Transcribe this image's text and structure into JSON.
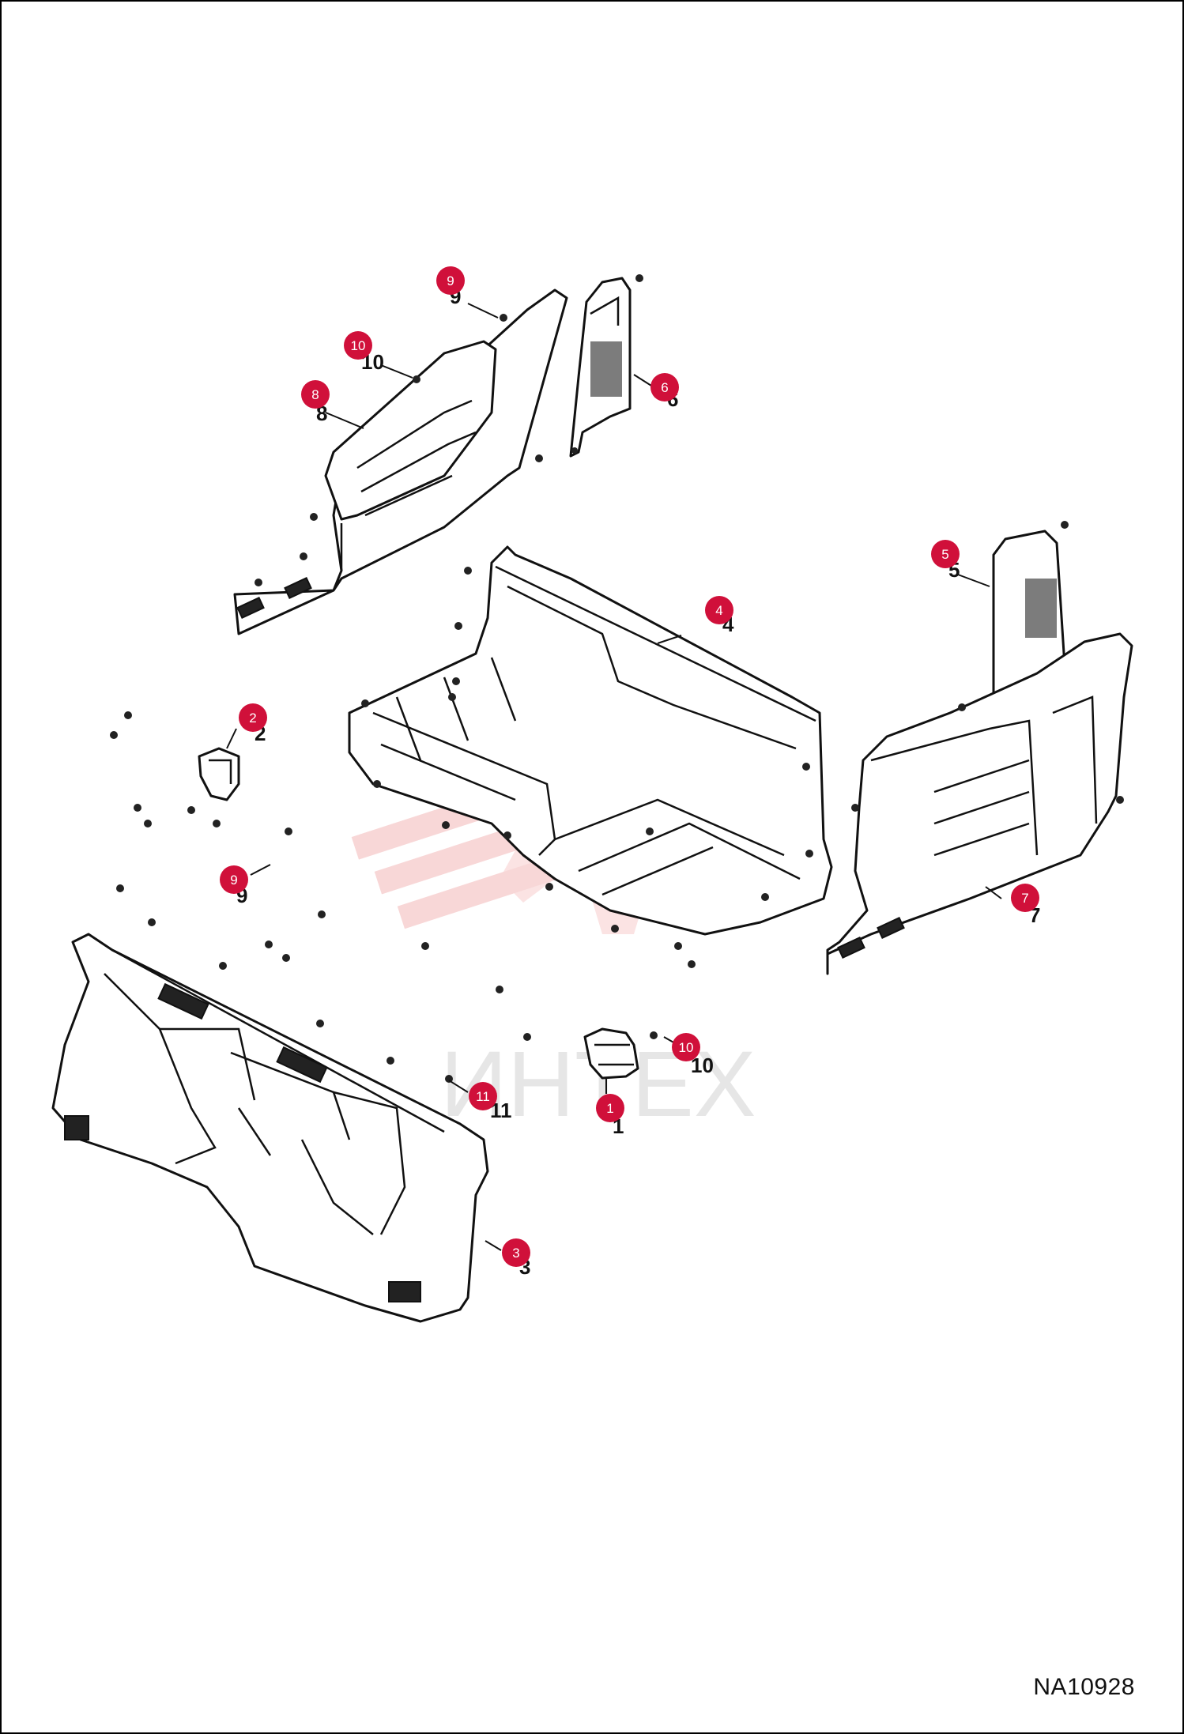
{
  "diagram": {
    "code": "NA10928",
    "watermark_text": "ИНТЕХ",
    "colors": {
      "callout_fill": "#d0103a",
      "callout_text": "#ffffff",
      "line": "#111111",
      "watermark": "#f6c4c4"
    },
    "callouts": [
      {
        "id": "c1",
        "label": "1"
      },
      {
        "id": "c2",
        "label": "2"
      },
      {
        "id": "c3",
        "label": "3"
      },
      {
        "id": "c4",
        "label": "4"
      },
      {
        "id": "c5",
        "label": "5"
      },
      {
        "id": "c6",
        "label": "6"
      },
      {
        "id": "c7",
        "label": "7"
      },
      {
        "id": "c8",
        "label": "8"
      },
      {
        "id": "c9a",
        "label": "9"
      },
      {
        "id": "c9b",
        "label": "9"
      },
      {
        "id": "c10a",
        "label": "10"
      },
      {
        "id": "c10b",
        "label": "10"
      },
      {
        "id": "c11",
        "label": "11"
      }
    ]
  }
}
